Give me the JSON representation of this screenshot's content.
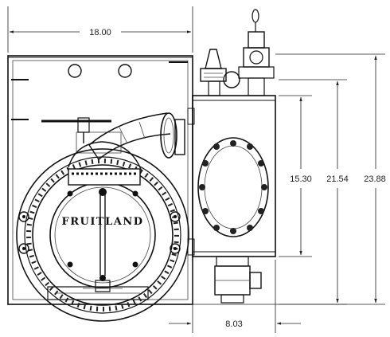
{
  "drawing": {
    "brand_label": "FRUITLAND",
    "dimensions": {
      "width_frame": "18.00",
      "width_tank": "8.03",
      "height_tank": "15.30",
      "height_frame": "21.54",
      "height_overall": "23.88"
    }
  }
}
